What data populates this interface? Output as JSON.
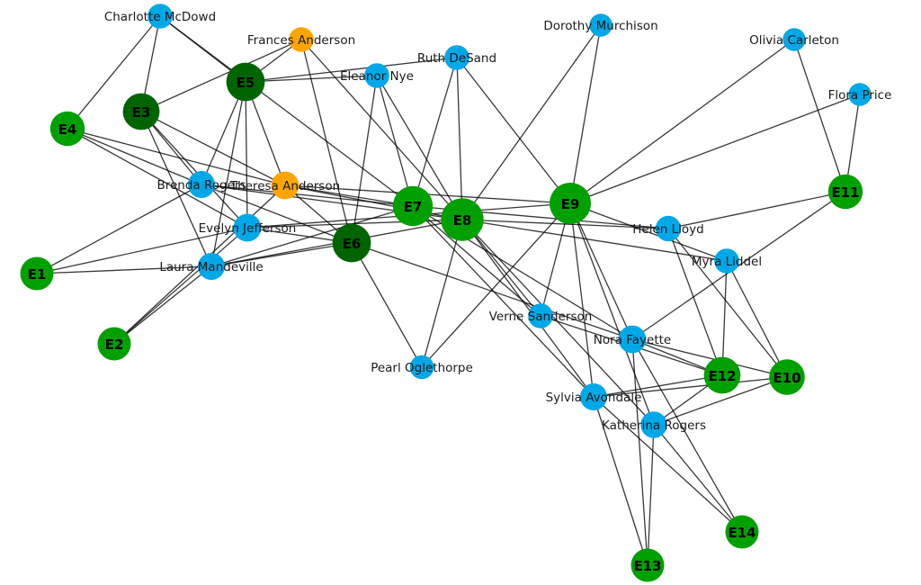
{
  "graph": {
    "type": "bipartite-network",
    "title": "",
    "colors": {
      "event_light": "#00a000",
      "event_dark": "#006400",
      "woman": "#00a8e8",
      "woman_highlight": "#ffa500",
      "edge": "#000000",
      "event_label": "#000000",
      "woman_label": "#1a1a1a"
    },
    "events": [
      {
        "id": "E1",
        "label": "E1",
        "shade": "light"
      },
      {
        "id": "E2",
        "label": "E2",
        "shade": "light"
      },
      {
        "id": "E3",
        "label": "E3",
        "shade": "dark"
      },
      {
        "id": "E4",
        "label": "E4",
        "shade": "light"
      },
      {
        "id": "E5",
        "label": "E5",
        "shade": "dark"
      },
      {
        "id": "E6",
        "label": "E6",
        "shade": "dark"
      },
      {
        "id": "E7",
        "label": "E7",
        "shade": "light"
      },
      {
        "id": "E8",
        "label": "E8",
        "shade": "light"
      },
      {
        "id": "E9",
        "label": "E9",
        "shade": "light"
      },
      {
        "id": "E10",
        "label": "E10",
        "shade": "light"
      },
      {
        "id": "E11",
        "label": "E11",
        "shade": "light"
      },
      {
        "id": "E12",
        "label": "E12",
        "shade": "light"
      },
      {
        "id": "E13",
        "label": "E13",
        "shade": "light"
      },
      {
        "id": "E14",
        "label": "E14",
        "shade": "light"
      }
    ],
    "women": [
      {
        "id": "evelyn",
        "label": "Evelyn Jefferson",
        "highlight": false,
        "events": [
          "E1",
          "E2",
          "E3",
          "E4",
          "E5",
          "E6",
          "E8",
          "E9"
        ]
      },
      {
        "id": "laura",
        "label": "Laura Mandeville",
        "highlight": false,
        "events": [
          "E1",
          "E2",
          "E3",
          "E5",
          "E6",
          "E7",
          "E8"
        ]
      },
      {
        "id": "theresa",
        "label": "Theresa Anderson",
        "highlight": true,
        "events": [
          "E2",
          "E3",
          "E4",
          "E5",
          "E6",
          "E7",
          "E8",
          "E9"
        ]
      },
      {
        "id": "brenda",
        "label": "Brenda Rogers",
        "highlight": false,
        "events": [
          "E1",
          "E3",
          "E4",
          "E5",
          "E6",
          "E7",
          "E8"
        ]
      },
      {
        "id": "charlotte",
        "label": "Charlotte McDowd",
        "highlight": false,
        "events": [
          "E3",
          "E4",
          "E5",
          "E7"
        ]
      },
      {
        "id": "frances",
        "label": "Frances Anderson",
        "highlight": true,
        "events": [
          "E3",
          "E5",
          "E6",
          "E8"
        ]
      },
      {
        "id": "eleanor",
        "label": "Eleanor Nye",
        "highlight": false,
        "events": [
          "E5",
          "E6",
          "E7",
          "E8"
        ]
      },
      {
        "id": "pearl",
        "label": "Pearl Oglethorpe",
        "highlight": false,
        "events": [
          "E6",
          "E8",
          "E9"
        ]
      },
      {
        "id": "ruth",
        "label": "Ruth DeSand",
        "highlight": false,
        "events": [
          "E5",
          "E7",
          "E8",
          "E9"
        ]
      },
      {
        "id": "verne",
        "label": "Verne Sanderson",
        "highlight": false,
        "events": [
          "E7",
          "E8",
          "E9",
          "E12"
        ]
      },
      {
        "id": "myra",
        "label": "Myra Liddel",
        "highlight": false,
        "events": [
          "E8",
          "E9",
          "E10",
          "E12"
        ]
      },
      {
        "id": "katherina",
        "label": "Katherina Rogers",
        "highlight": false,
        "events": [
          "E8",
          "E9",
          "E10",
          "E12",
          "E13",
          "E14"
        ]
      },
      {
        "id": "sylvia",
        "label": "Sylvia Avondale",
        "highlight": false,
        "events": [
          "E7",
          "E8",
          "E9",
          "E10",
          "E12",
          "E13",
          "E14"
        ]
      },
      {
        "id": "nora",
        "label": "Nora Fayette",
        "highlight": false,
        "events": [
          "E6",
          "E7",
          "E9",
          "E10",
          "E11",
          "E12",
          "E13",
          "E14"
        ]
      },
      {
        "id": "helen",
        "label": "Helen Lloyd",
        "highlight": false,
        "events": [
          "E7",
          "E8",
          "E10",
          "E11",
          "E12"
        ]
      },
      {
        "id": "dorothy",
        "label": "Dorothy Murchison",
        "highlight": false,
        "events": [
          "E8",
          "E9"
        ]
      },
      {
        "id": "olivia",
        "label": "Olivia Carleton",
        "highlight": false,
        "events": [
          "E9",
          "E11"
        ]
      },
      {
        "id": "flora",
        "label": "Flora Price",
        "highlight": false,
        "events": [
          "E9",
          "E11"
        ]
      }
    ]
  }
}
